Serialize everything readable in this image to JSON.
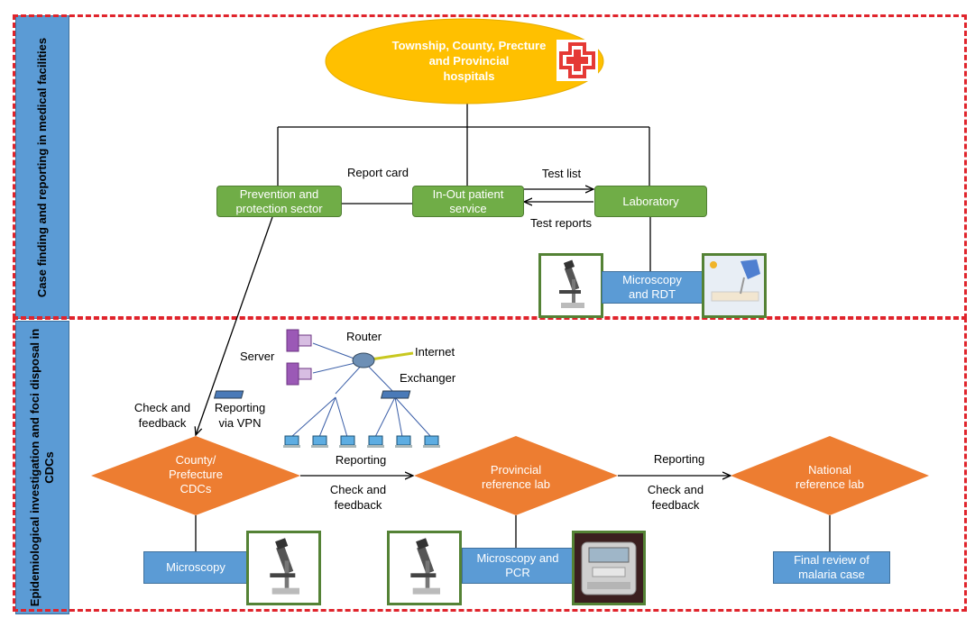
{
  "sections": {
    "top_label": "Case finding and reporting in medical facilities",
    "bottom_label_line1": "Epidemiological investigation and foci disposal in",
    "bottom_label_line2": "CDCs"
  },
  "hospitals": {
    "line1": "Township, County,  Precture",
    "line2": "and Provincial",
    "line3": "hospitals"
  },
  "boxes": {
    "prevention_line1": "Prevention and",
    "prevention_line2": "protection sector",
    "inout_line1": "In-Out patient",
    "inout_line2": "service",
    "laboratory": "Laboratory",
    "micro_rdt_line1": "Microscopy",
    "micro_rdt_line2": "and RDT",
    "microscopy": "Microscopy",
    "micro_pcr_line1": "Microscopy and",
    "micro_pcr_line2": "PCR",
    "final_line1": "Final review of",
    "final_line2": "malaria case"
  },
  "labels": {
    "report_card": "Report card",
    "test_list": "Test list",
    "test_reports": "Test reports",
    "server": "Server",
    "router": "Router",
    "internet": "Internet",
    "exchanger": "Exchanger",
    "check_feedback_1": "Check and\nfeedback",
    "reporting_vpn": "Reporting\nvia VPN",
    "reporting_1": "Reporting",
    "check_feedback_2": "Check and\nfeedback",
    "reporting_2": "Reporting",
    "check_feedback_3": "Check and\nfeedback"
  },
  "diamonds": {
    "county": "County/\nPrefecture\nCDCs",
    "provincial": "Provincial\nreference lab",
    "national": "National\nreference lab"
  },
  "colors": {
    "dash_red": "#e0242c",
    "orange": "#ed7d31",
    "yellow": "#ffc000",
    "green": "#70ad47",
    "blue": "#5b9bd5"
  }
}
